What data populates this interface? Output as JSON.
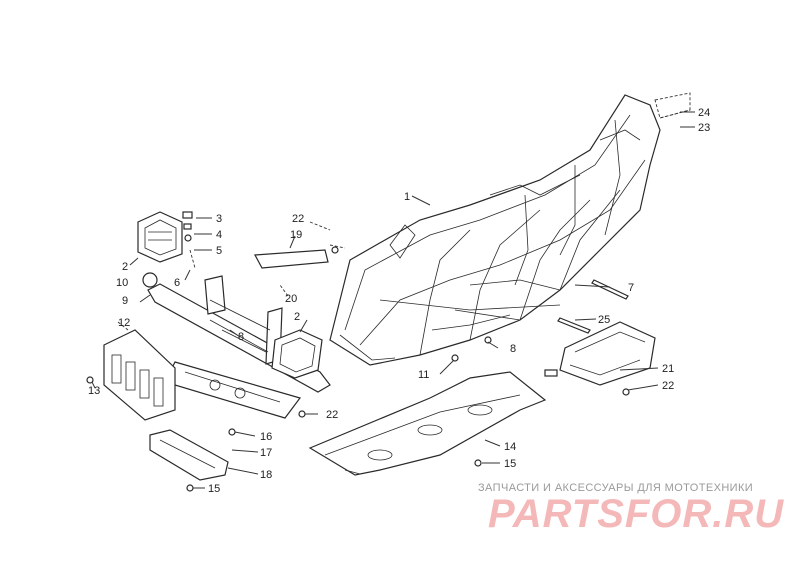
{
  "callouts": [
    {
      "id": "c24",
      "text": "24"
    },
    {
      "id": "c23",
      "text": "23"
    },
    {
      "id": "c1",
      "text": "1"
    },
    {
      "id": "c3",
      "text": "3"
    },
    {
      "id": "c4",
      "text": "4"
    },
    {
      "id": "c5",
      "text": "5"
    },
    {
      "id": "c22a",
      "text": "22"
    },
    {
      "id": "c19",
      "text": "19"
    },
    {
      "id": "c2a",
      "text": "2"
    },
    {
      "id": "c10",
      "text": "10"
    },
    {
      "id": "c6",
      "text": "6"
    },
    {
      "id": "c9",
      "text": "9"
    },
    {
      "id": "c20",
      "text": "20"
    },
    {
      "id": "c2b",
      "text": "2"
    },
    {
      "id": "c12",
      "text": "12"
    },
    {
      "id": "c8a",
      "text": "8"
    },
    {
      "id": "c7",
      "text": "7"
    },
    {
      "id": "c25",
      "text": "25"
    },
    {
      "id": "c8b",
      "text": "8"
    },
    {
      "id": "c21",
      "text": "21"
    },
    {
      "id": "c22b",
      "text": "22"
    },
    {
      "id": "c11",
      "text": "11"
    },
    {
      "id": "c13",
      "text": "13"
    },
    {
      "id": "c22c",
      "text": "22"
    },
    {
      "id": "c16",
      "text": "16"
    },
    {
      "id": "c17",
      "text": "17"
    },
    {
      "id": "c14",
      "text": "14"
    },
    {
      "id": "c15a",
      "text": "15"
    },
    {
      "id": "c18",
      "text": "18"
    },
    {
      "id": "c15b",
      "text": "15"
    }
  ],
  "watermark": {
    "caption": "ЗАПЧАСТИ И АКСЕССУАРЫ ДЛЯ МОТОТЕХНИКИ",
    "logo": "PARTSFOR.RU",
    "logo_color": "#f4b8b8",
    "caption_color": "#9a9a9a"
  }
}
